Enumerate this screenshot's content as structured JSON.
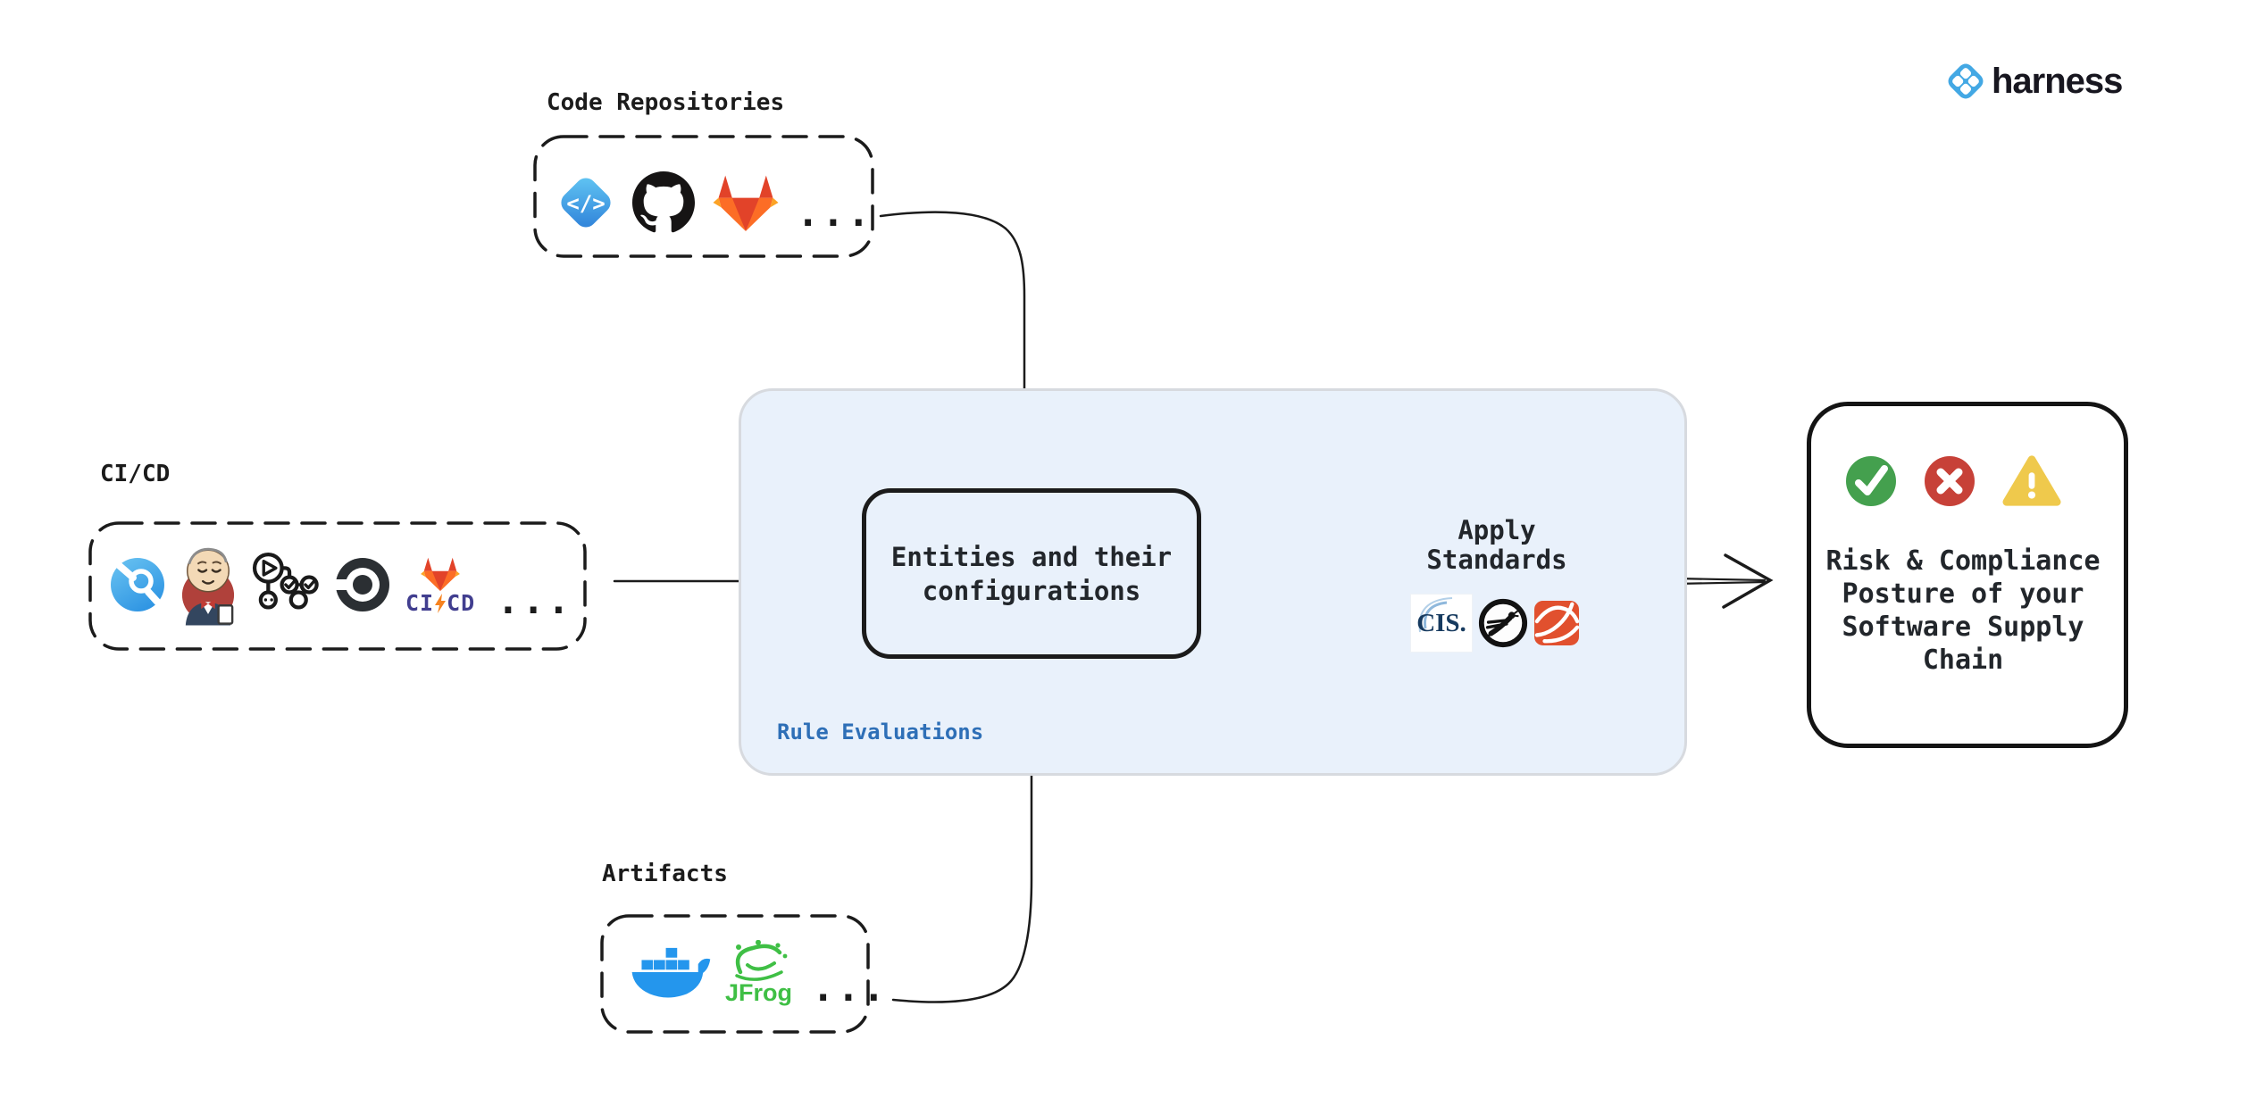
{
  "brand": {
    "wordmark": "harness"
  },
  "sources": {
    "code_repositories": {
      "label": "Code Repositories",
      "icons": [
        "harness-code",
        "github",
        "gitlab"
      ],
      "more": "...",
      "code_glyph": "</>"
    },
    "cicd": {
      "label": "CI/CD",
      "icons": [
        "harness-ci",
        "jenkins",
        "github-actions",
        "circleci",
        "gitlab-cicd"
      ],
      "more": "...",
      "gitlab_badge": {
        "ci": "CI",
        "cd": "CD"
      }
    },
    "artifacts": {
      "label": "Artifacts",
      "icons": [
        "docker",
        "jfrog"
      ],
      "more": "...",
      "jfrog_label": "JFrog"
    }
  },
  "evaluation": {
    "panel_label": "Rule Evaluations",
    "entities_label": "Entities and their configurations",
    "apply_label": "Apply Standards",
    "standards_icons": [
      "cis",
      "owasp",
      "orange-ribbon"
    ],
    "cis_label": "CIS."
  },
  "outcome": {
    "label": "Risk & Compliance Posture of your Software Supply Chain",
    "icons": [
      "pass-check",
      "fail-x",
      "warning"
    ]
  },
  "colors": {
    "ink": "#1B1B1B",
    "panel": "#E9F1FB",
    "panel-border": "#D7DADF",
    "rule-blue": "#2E6FB7",
    "text": "#22262B",
    "harness-blue": "#43A8E4",
    "pass": "#44A04E",
    "fail": "#C74138",
    "warn": "#EFC94C",
    "docker-blue": "#2496ED",
    "jfrog-green": "#3FBF45",
    "gitlab-badge": "#413E8F",
    "cis-navy": "#163A5F",
    "standards-orange": "#E1502E",
    "gl-red": "#E24329",
    "gl-orange": "#FC6D26",
    "gl-amber": "#FCA326"
  }
}
